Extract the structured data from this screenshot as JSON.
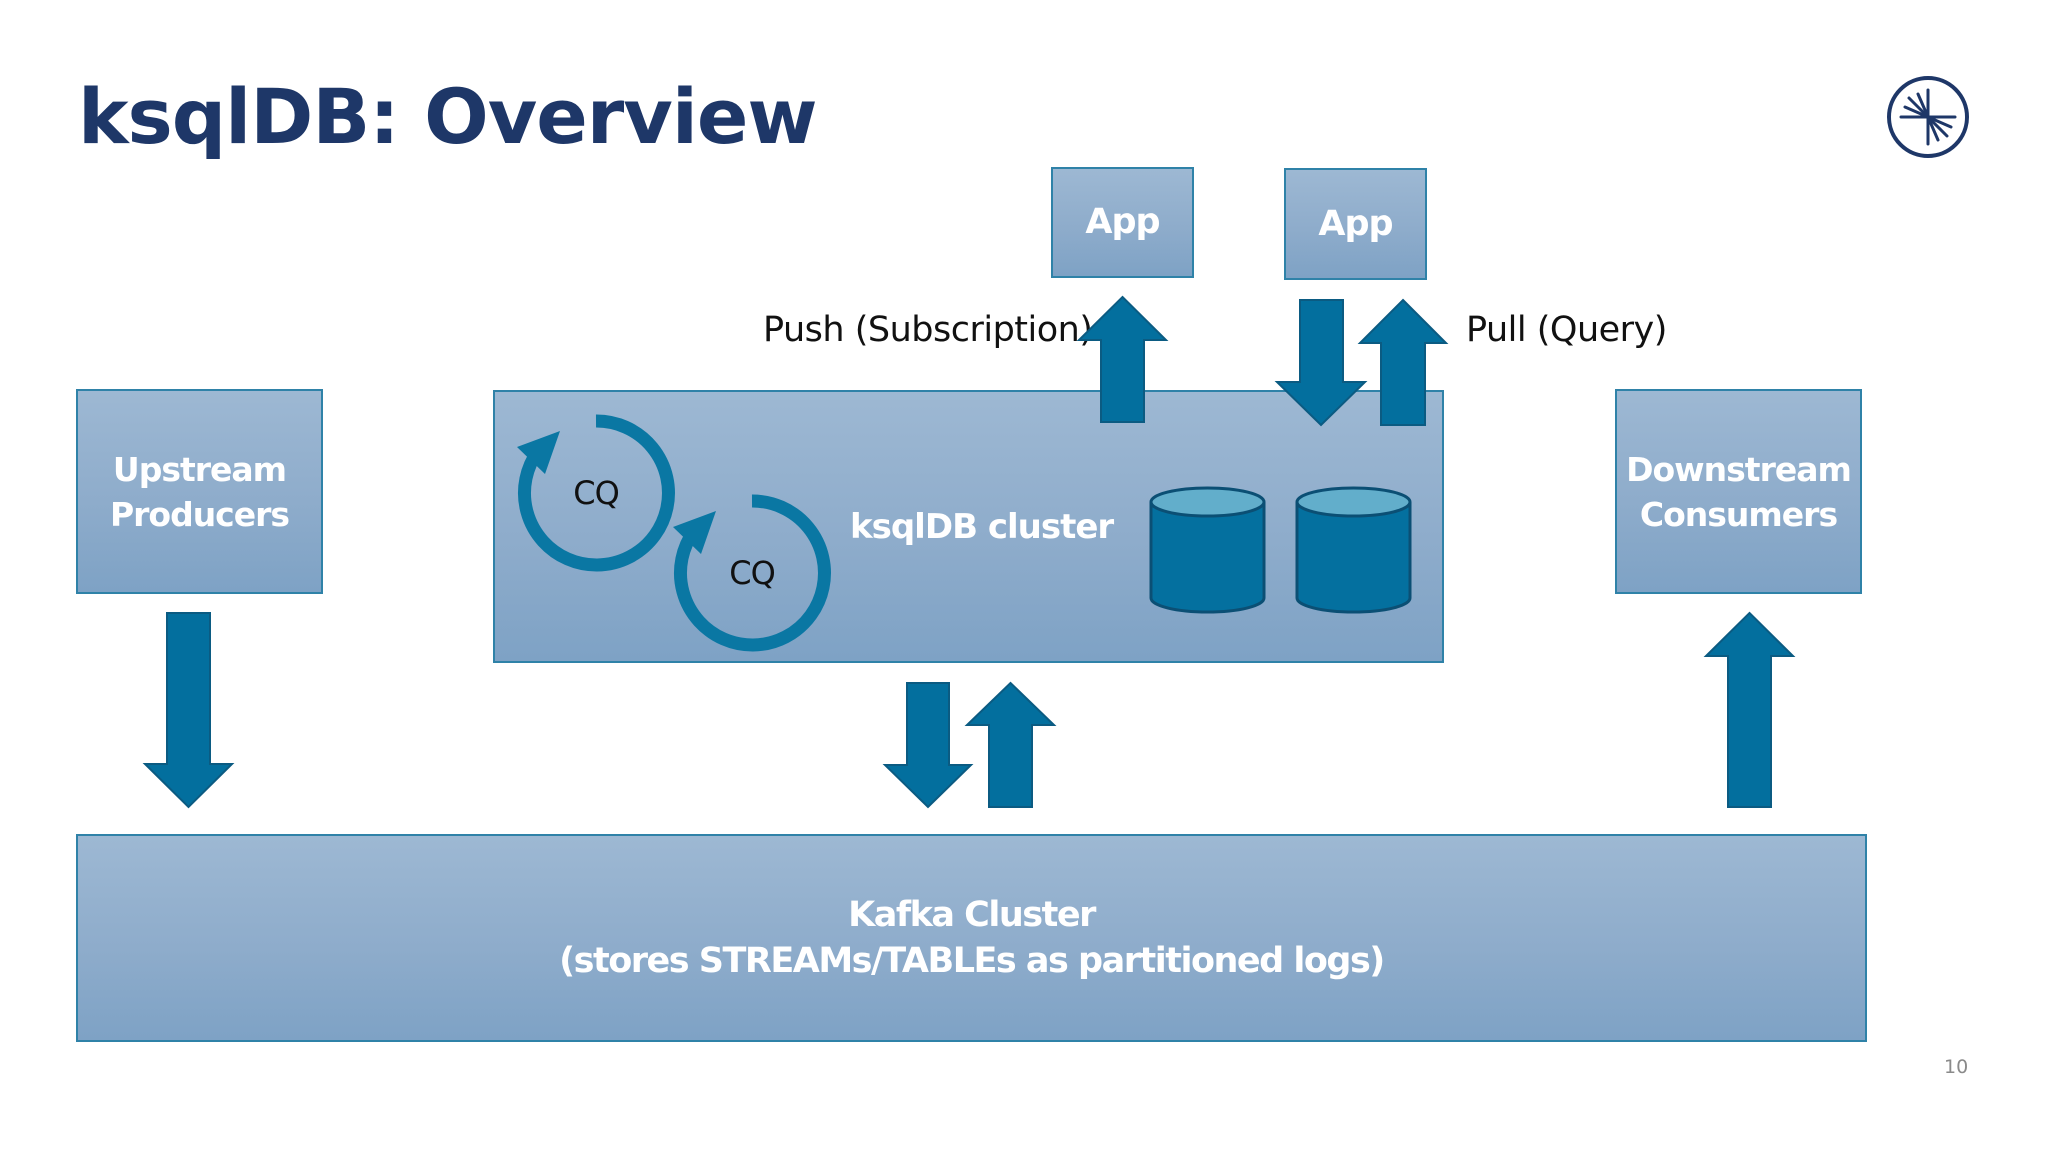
{
  "slide": {
    "title": "ksqlDB: Overview",
    "page_number": "10",
    "logo_icon": "confluent-logo-icon"
  },
  "colors": {
    "title": "#1e3768",
    "box_fill_top": "#9db8d3",
    "box_fill_bottom": "#7ea2c5",
    "box_border": "#2f82a8",
    "arrow_fill": "#036f9e",
    "arrow_stroke": "#0b5b82",
    "db_top": "#62aecb"
  },
  "diagram": {
    "apps": [
      {
        "label": "App"
      },
      {
        "label": "App"
      }
    ],
    "push_label": "Push (Subscription)",
    "pull_label": "Pull (Query)",
    "upstream": {
      "line1": "Upstream",
      "line2": "Producers"
    },
    "downstream": {
      "line1": "Downstream",
      "line2": "Consumers"
    },
    "ksqldb_cluster": {
      "label": "ksqlDB cluster",
      "continuous_queries": [
        {
          "label": "CQ",
          "icon": "refresh-cycle-icon"
        },
        {
          "label": "CQ",
          "icon": "refresh-cycle-icon"
        }
      ],
      "state_stores": [
        {
          "icon": "database-icon"
        },
        {
          "icon": "database-icon"
        }
      ]
    },
    "kafka": {
      "line1": "Kafka Cluster",
      "line2": "(stores STREAMs/TABLEs as partitioned logs)"
    },
    "flows": [
      {
        "from": "Upstream Producers",
        "to": "Kafka Cluster",
        "direction": "down"
      },
      {
        "from": "ksqlDB cluster",
        "to": "Kafka Cluster",
        "direction": "down"
      },
      {
        "from": "Kafka Cluster",
        "to": "ksqlDB cluster",
        "direction": "up"
      },
      {
        "from": "Kafka Cluster",
        "to": "Downstream Consumers",
        "direction": "up"
      },
      {
        "from": "ksqlDB cluster",
        "to": "App",
        "direction": "up",
        "kind": "push"
      },
      {
        "from": "App",
        "to": "ksqlDB cluster",
        "direction": "down",
        "kind": "pull"
      },
      {
        "from": "ksqlDB cluster",
        "to": "App",
        "direction": "up",
        "kind": "pull"
      }
    ]
  }
}
